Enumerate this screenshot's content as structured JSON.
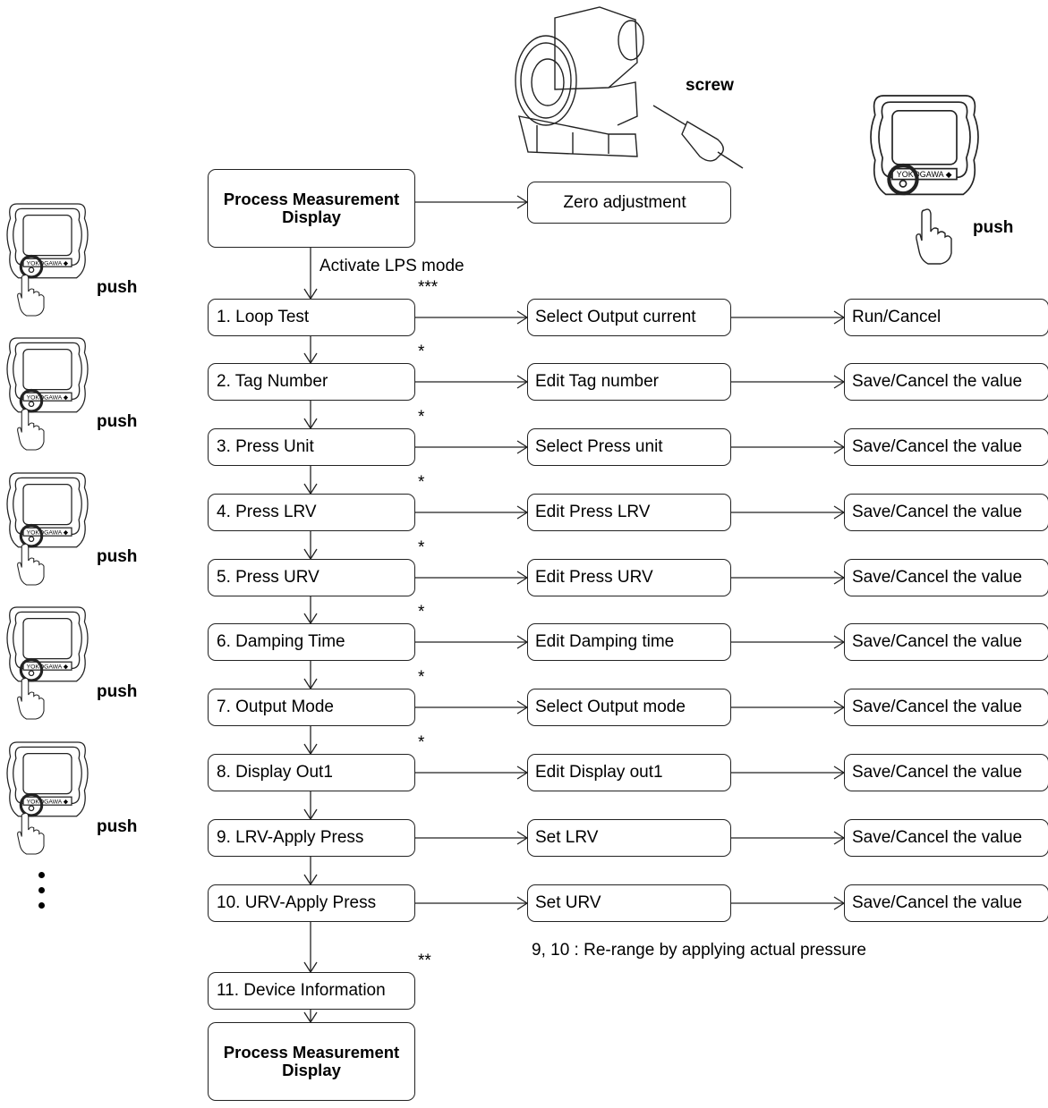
{
  "colors": {
    "line": "#222222",
    "background": "#ffffff"
  },
  "top": {
    "screw_label": "screw",
    "zero_adjustment": "Zero adjustment",
    "push_label": "push",
    "meter_brand": "YOKOGAWA ◆"
  },
  "start_display": "Process Measurement Display",
  "end_display": "Process Measurement Display",
  "activate_label": "Activate LPS mode",
  "menu": [
    {
      "item": "1. Loop Test",
      "action": "Select Output current",
      "result": "Run/Cancel",
      "mark": "***"
    },
    {
      "item": "2. Tag Number",
      "action": "Edit Tag number",
      "result": "Save/Cancel the value",
      "mark": "*"
    },
    {
      "item": "3. Press Unit",
      "action": "Select Press unit",
      "result": "Save/Cancel the value",
      "mark": "*"
    },
    {
      "item": "4. Press LRV",
      "action": "Edit Press LRV",
      "result": "Save/Cancel the value",
      "mark": "*"
    },
    {
      "item": "5. Press URV",
      "action": "Edit Press URV",
      "result": "Save/Cancel the value",
      "mark": "*"
    },
    {
      "item": "6. Damping Time",
      "action": "Edit Damping time",
      "result": "Save/Cancel the value",
      "mark": "*"
    },
    {
      "item": "7. Output Mode",
      "action": "Select Output mode",
      "result": "Save/Cancel the value",
      "mark": "*"
    },
    {
      "item": "8. Display Out1",
      "action": "Edit Display out1",
      "result": "Save/Cancel the value",
      "mark": "*"
    },
    {
      "item": "9. LRV-Apply Press",
      "action": "Set LRV",
      "result": "Save/Cancel the value",
      "mark": ""
    },
    {
      "item": "10. URV-Apply Press",
      "action": "Set URV",
      "result": "Save/Cancel the value",
      "mark": ""
    },
    {
      "item": "11. Device Information",
      "action": "",
      "result": "",
      "mark": "**"
    }
  ],
  "note": "9, 10 : Re-range by applying actual pressure",
  "side_push_labels": [
    "push",
    "push",
    "push",
    "push",
    "push"
  ],
  "icons": {
    "transmitter": "pressure-transmitter-icon",
    "screwdriver": "screwdriver-icon",
    "meter": "lcd-meter-icon",
    "hand": "pointing-hand-icon"
  }
}
